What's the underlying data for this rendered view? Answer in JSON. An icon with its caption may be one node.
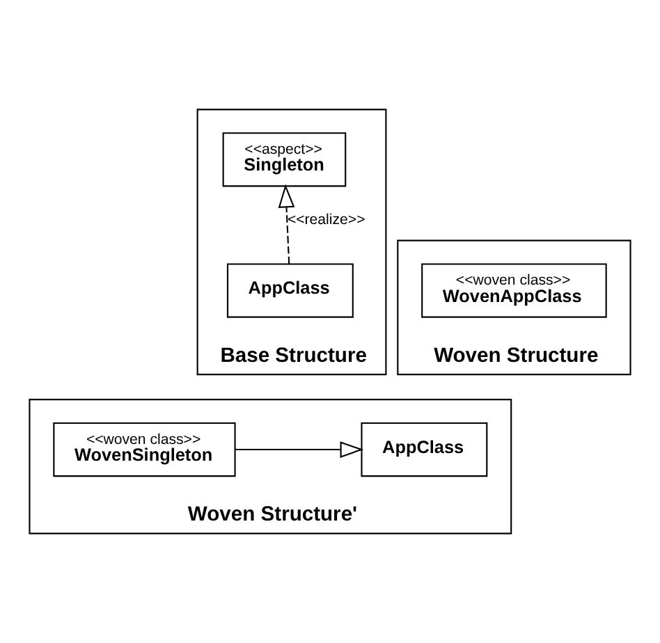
{
  "diagram": {
    "nodes": [
      {
        "text": [
          "Base Structure"
        ]
      },
      {
        "text": [
          "<<aspect>>",
          "Singleton"
        ],
        "in": 0
      },
      {
        "text": [
          "AppClass"
        ],
        "in": 0
      },
      {
        "text": [
          "Woven Structure"
        ]
      },
      {
        "text": [
          "<<woven class>>",
          "WovenAppClass"
        ],
        "in": 3
      },
      {
        "text": [
          "Woven Structure'"
        ]
      },
      {
        "text": [
          "AppClass"
        ],
        "in": 5
      },
      {
        "text": [
          "<<woven class>>",
          "WovenSingleton"
        ],
        "in": 5
      }
    ],
    "edges": [
      {
        "from": 2,
        "to": 1,
        "arrow": "to",
        "style": "dashed",
        "label": "<<realize>>"
      },
      {
        "from": 7,
        "to": 6,
        "arrow": "to"
      }
    ]
  }
}
